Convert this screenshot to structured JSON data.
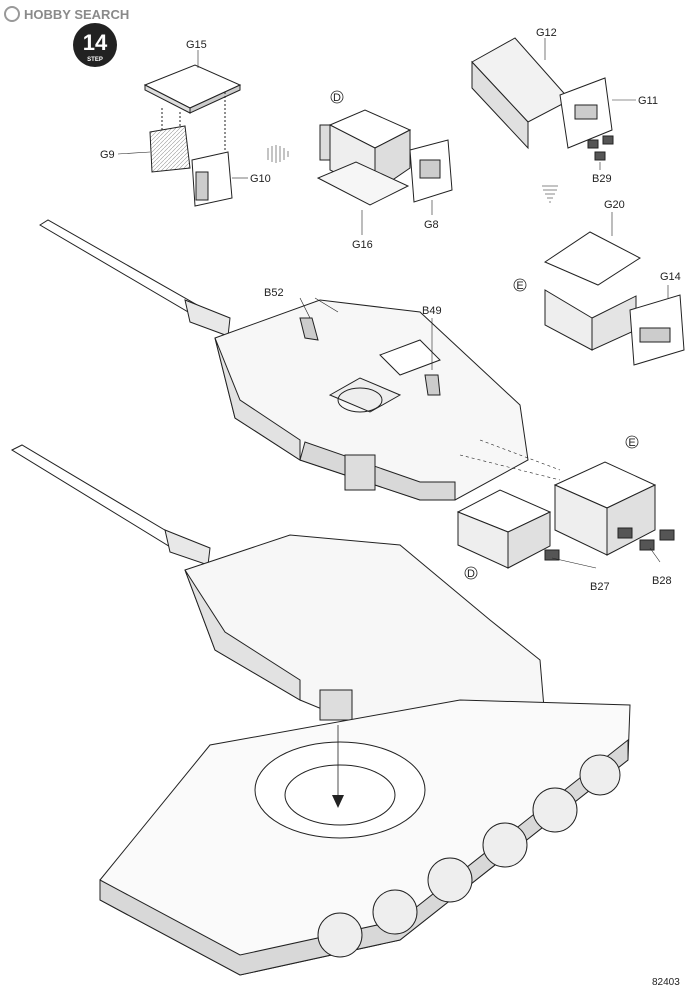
{
  "watermark": {
    "brand": "HOBBY SEARCH"
  },
  "step": {
    "number": "14",
    "word": "STEP"
  },
  "callouts": {
    "d": "D",
    "e": "E"
  },
  "parts": {
    "g15": "G15",
    "g9": "G9",
    "g10": "G10",
    "g16": "G16",
    "g8": "G8",
    "g12": "G12",
    "g11": "G11",
    "g29": "B29",
    "g20": "G20",
    "g14": "G14",
    "b52": "B52",
    "b49": "B49",
    "b27": "B27",
    "b28": "B28"
  },
  "footer": {
    "code": "82403"
  }
}
